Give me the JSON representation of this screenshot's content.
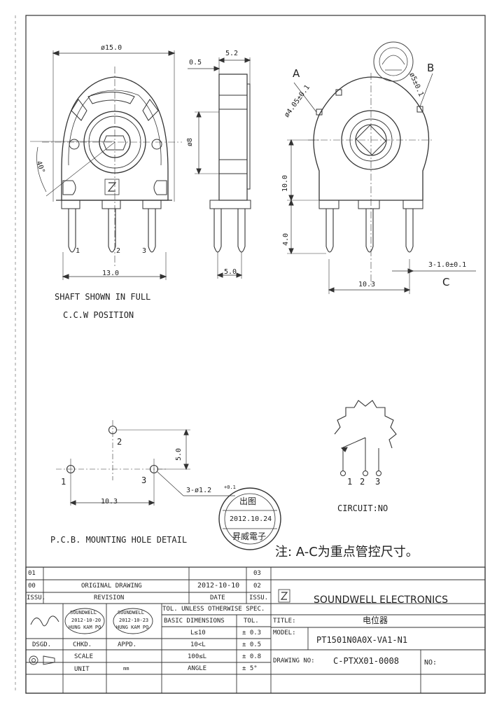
{
  "front_view": {
    "diameter": "ø15.0",
    "angle": "40°",
    "width": "13.0",
    "pins": [
      "1",
      "2",
      "3"
    ]
  },
  "side_view": {
    "top_dim": "5.2",
    "offset_dim": "0.5",
    "shaft_dim": "ø8",
    "bottom_dim": "5.0"
  },
  "right_view": {
    "label_a": "A",
    "label_b": "B",
    "label_c": "C",
    "hole_a": "ø4.05±0.1",
    "hole_b": "ø5±0.1",
    "height": "10.0",
    "pin_len": "4.0",
    "pin_spacing": "10.3",
    "pin_size": "3-1.0±0.1"
  },
  "notes": {
    "shaft_line1": "SHAFT SHOWN IN FULL",
    "shaft_line2": "C.C.W  POSITION"
  },
  "pcb": {
    "pins": [
      "1",
      "2",
      "3"
    ],
    "height": "5.0",
    "spacing": "10.3",
    "hole": "3-ø1.2",
    "hole_tol": "+0.1",
    "caption": "P.C.B. MOUNTING HOLE DETAIL"
  },
  "circuit": {
    "pins": [
      "1",
      "2",
      "3"
    ],
    "caption": "CIRCUIT:NO"
  },
  "stamp": {
    "top": "出图",
    "date": "2012.10.24",
    "bottom": "昇威電子"
  },
  "note_cn": "注: A-C为重点管控尺寸。",
  "title_block": {
    "rev_rows": [
      {
        "no": "01",
        "desc": "",
        "date": "",
        "code": "03"
      },
      {
        "no": "00",
        "desc": "ORIGINAL  DRAWING",
        "date": "2012-10-10",
        "code": "02"
      },
      {
        "no": "ISSU.",
        "desc": "REVISION",
        "date": "DATE",
        "code": "ISSU."
      }
    ],
    "company": "SOUNDWELL ELECTRONICS",
    "tol_header": "TOL. UNLESS OTHERWISE SPEC.",
    "basic_dims": "BASIC DIMENSIONS",
    "tol_label": "TOL.",
    "tol_rows": [
      {
        "range": "L≤10",
        "tol": "± 0.3"
      },
      {
        "range": "10<L",
        "tol": "± 0.5"
      },
      {
        "range": "100≤L",
        "tol": "± 0.8"
      },
      {
        "range": "ANGLE",
        "tol": "± 5°"
      }
    ],
    "title_label": "TITLE:",
    "title_value": "电位器",
    "model_label": "MODEL:",
    "model_value": "PT1501N0A0X-VA1-N1",
    "drawing_label": "DRAWING NO:",
    "drawing_value": "C-PTXX01-0008",
    "no_label": "NO:",
    "dsgd": "DSGD.",
    "chkd": "CHKD.",
    "appd": "APPD.",
    "scale": "SCALE",
    "unit": "UNIT",
    "unit_value": "mm",
    "stamp1_name": "SOUNDWELL",
    "stamp1_date": "2012-10-20",
    "stamp1_loc": "HUNG KAM PO",
    "stamp2_name": "SOUNDWELL",
    "stamp2_date": "2012-10-23",
    "stamp2_loc": "HUNG KAM PO"
  }
}
